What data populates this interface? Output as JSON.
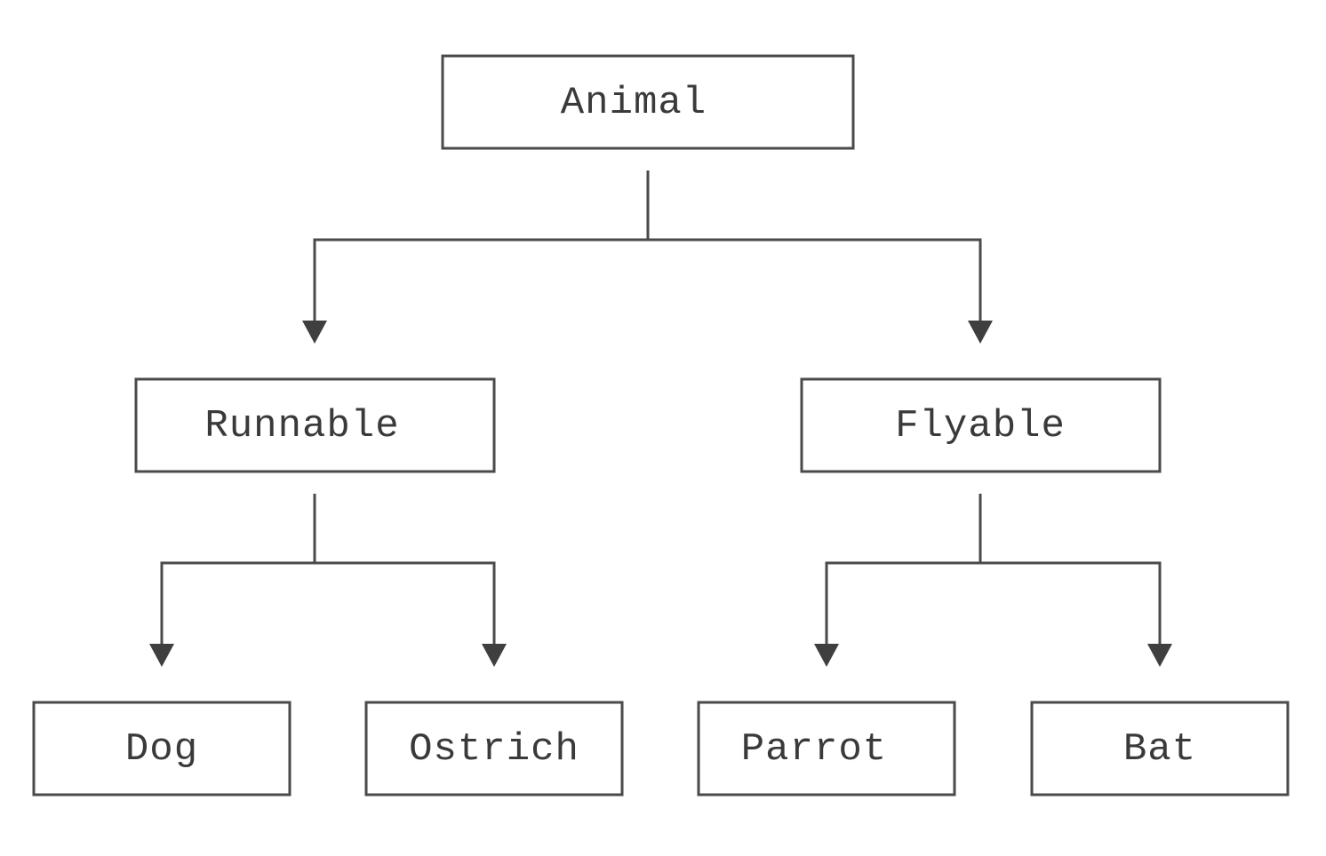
{
  "colors": {
    "stroke": "#4a4a4a",
    "text": "#3a3a3a",
    "background": "#ffffff"
  },
  "nodes": [
    {
      "id": "animal",
      "label": "Animal"
    },
    {
      "id": "runnable",
      "label": "Runnable"
    },
    {
      "id": "flyable",
      "label": "Flyable"
    },
    {
      "id": "dog",
      "label": "Dog"
    },
    {
      "id": "ostrich",
      "label": "Ostrich"
    },
    {
      "id": "parrot",
      "label": "Parrot"
    },
    {
      "id": "bat",
      "label": "Bat"
    }
  ],
  "edges": [
    {
      "from": "animal",
      "to": "runnable"
    },
    {
      "from": "animal",
      "to": "flyable"
    },
    {
      "from": "runnable",
      "to": "dog"
    },
    {
      "from": "runnable",
      "to": "ostrich"
    },
    {
      "from": "flyable",
      "to": "parrot"
    },
    {
      "from": "flyable",
      "to": "bat"
    }
  ]
}
